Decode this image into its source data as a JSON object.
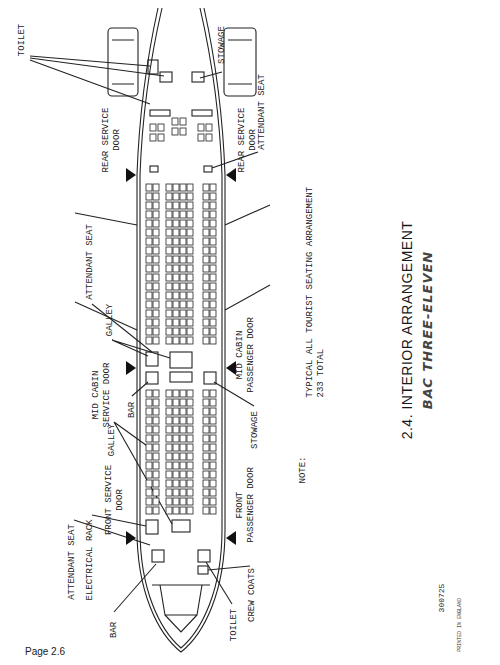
{
  "diagram": {
    "title": "2.4. INTERIOR ARRANGEMENT",
    "labels": [
      "TOILET",
      "STOWAGE",
      "ATTENDANT SEAT",
      "REAR SERVICE DOOR",
      "REAR SERVICE DOOR",
      "ATTENDANT SEAT",
      "GALLEY",
      "MID CABIN SERVICE DOOR",
      "BAR",
      "MID CABIN PASSENGER DOOR",
      "STOWAGE",
      "GALLEY",
      "FRONT SERVICE DOOR",
      "ELECTRICAL RACK",
      "ATTENDANT SEAT",
      "BAR",
      "TOILET",
      "CREW COATS",
      "FRONT PASSENGER DOOR",
      "NOTE:",
      "TYPICAL ALL TOURIST SEATING ARRANGEMENT 233 TOTAL",
      "BAC THREE-ELEVEN",
      "300725",
      "PRINTED IN ENGLAND",
      "Page 2.6"
    ]
  }
}
